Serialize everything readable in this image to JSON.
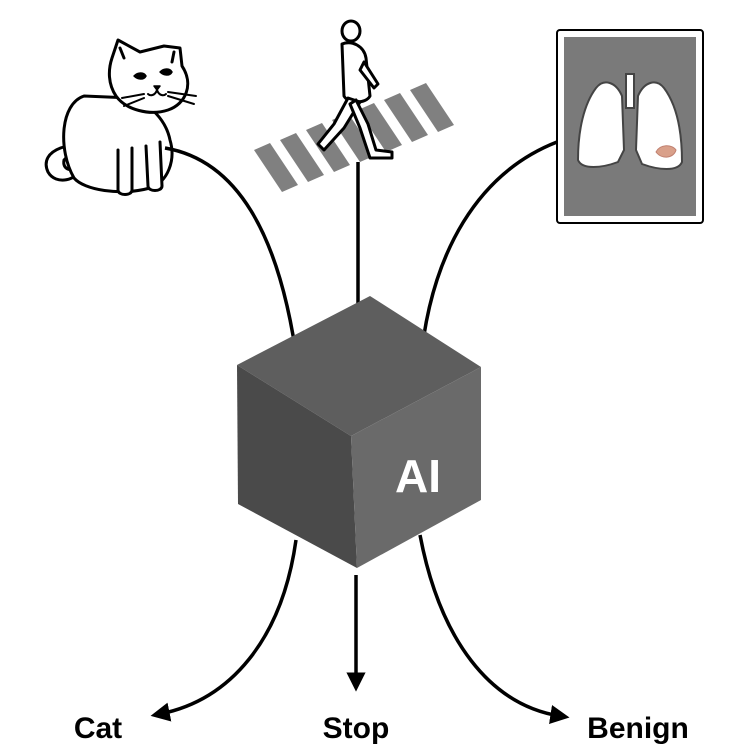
{
  "cube": {
    "label": "AI"
  },
  "inputs": [
    {
      "icon": "cat-icon"
    },
    {
      "icon": "pedestrian-crosswalk-icon"
    },
    {
      "icon": "lung-xray-icon"
    }
  ],
  "outputs": [
    {
      "label": "Cat"
    },
    {
      "label": "Stop"
    },
    {
      "label": "Benign"
    }
  ],
  "colors": {
    "cube_top": "#5e5e5e",
    "cube_left": "#4a4a4a",
    "cube_right": "#6a6a6a",
    "xray_panel": "#7a7a7a",
    "crosswalk": "#808080",
    "lesion": "#d9a08a"
  }
}
